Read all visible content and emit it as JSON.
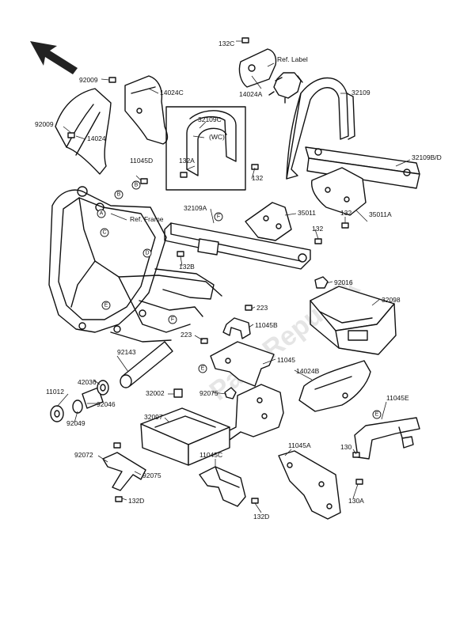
{
  "labels": {
    "l_132c": "132C",
    "l_ref_label": "Ref. Label",
    "l_92009": "92009",
    "l_14024c": "14024C",
    "l_14024a": "14024A",
    "l_32109": "32109",
    "l_32109c": "32109C",
    "l_wc": "(WC)",
    "l_92009b": "92009",
    "l_14024": "14024",
    "l_132a": "132A",
    "l_32109bd": "32109B/D",
    "l_11045d": "11045D",
    "l_132_a": "132",
    "l_ref_frame": "Ref. Frame",
    "l_32109a": "32109A",
    "l_35011": "35011",
    "l_132_b": "132",
    "l_35011a": "35011A",
    "l_132_c": "132",
    "l_132b": "132B",
    "l_92016": "92016",
    "l_32098": "32098",
    "l_223a": "223",
    "l_11045b": "11045B",
    "l_223b": "223",
    "l_92143": "92143",
    "l_11045": "11045",
    "l_14024b": "14024B",
    "l_11012": "11012",
    "l_42036": "42036",
    "l_32002": "32002",
    "l_92075a": "92075",
    "l_92046": "92046",
    "l_92049": "92049",
    "l_32097": "32097",
    "l_11045e": "11045E",
    "l_92072": "92072",
    "l_130": "130",
    "l_92075b": "92075",
    "l_11045c": "11045C",
    "l_11045a": "11045A",
    "l_132d_a": "132D",
    "l_130a": "130A",
    "l_132d_b": "132D"
  },
  "letters": {
    "a": "A",
    "b": "B",
    "c": "C",
    "d": "D",
    "e": "E",
    "f": "F"
  },
  "watermark": "PartsRepublik"
}
